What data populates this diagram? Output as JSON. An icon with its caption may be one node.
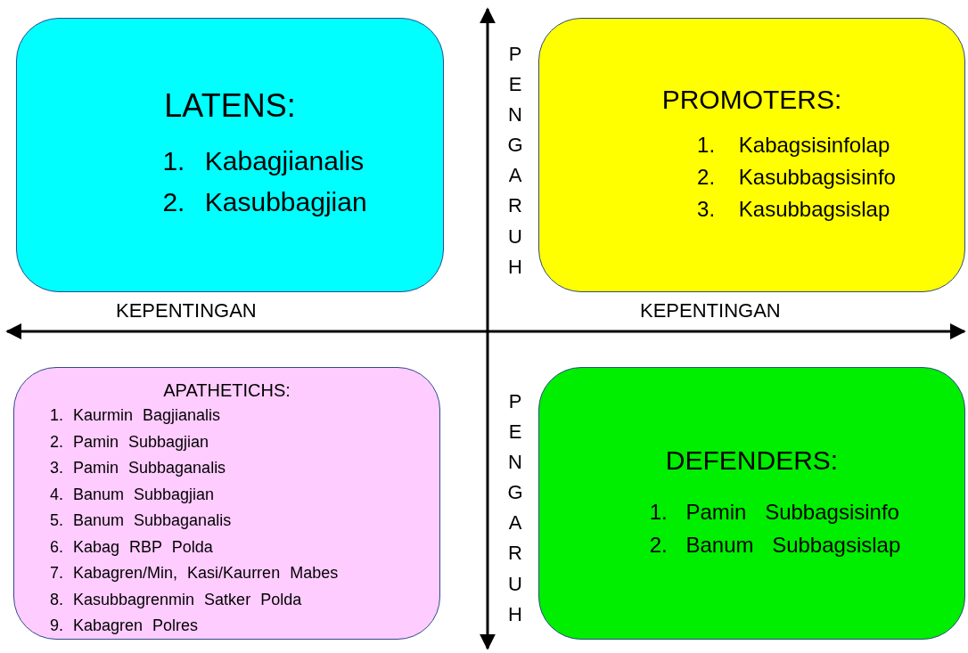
{
  "diagram": {
    "nodes": [
      {
        "text": [
          "LATENS:",
          "1. Kabagjianalis",
          "2. Kasubbagjian"
        ]
      },
      {
        "text": [
          "PROMOTERS:",
          "1. Kabagsisinfolap",
          "2. Kasubbagsisinfo",
          "3. Kasubbagsislap"
        ]
      },
      {
        "text": [
          "APATHETICHS:",
          "1. Kaurmin Bagjianalis",
          "2. Pamin Subbagjian",
          "3. Pamin Subbaganalis",
          "4. Banum Subbagjian",
          "5. Banum Subbaganalis",
          "6. Kabag RBP Polda",
          "7. Kabagren/Min, Kasi/Kaurren Mabes",
          "8. Kasubbagrenmin Satker Polda",
          "9. Kabagren Polres"
        ]
      },
      {
        "text": [
          "DEFENDERS:",
          "1. Pamin Subbagsisinfo",
          "2. Banum Subbagsislap"
        ]
      }
    ],
    "labels": [
      "PENGARUH",
      "KEPENTINGAN",
      "KEPENTINGAN",
      "PENGARUH"
    ]
  }
}
